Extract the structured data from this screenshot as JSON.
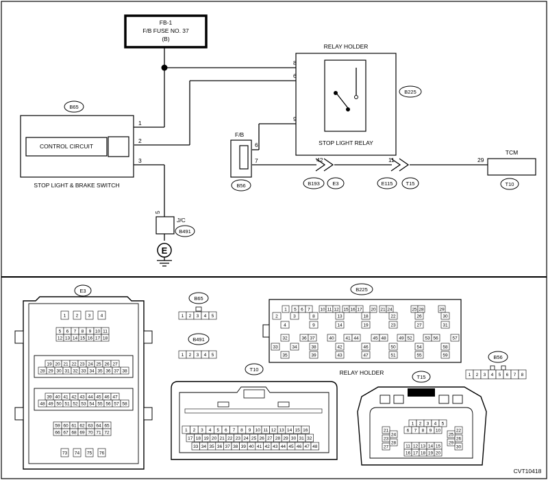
{
  "fuse": {
    "line1": "FB-1",
    "line2": "F/B FUSE NO. 37",
    "line3": "(B)"
  },
  "relay_holder_title": "RELAY HOLDER",
  "relay_label": "STOP LIGHT RELAY",
  "switch_label": "STOP LIGHT & BRAKE SWITCH",
  "control_circuit": "CONTROL CIRCUIT",
  "fb_label": "F/B",
  "jc_label": "J/C",
  "tcm_label": "TCM",
  "relay_holder_bottom": "RELAY HOLDER",
  "figure_code": "CVT10418",
  "ground_symbol": "E",
  "connectors": {
    "b65": "B65",
    "b225": "B225",
    "b56": "B56",
    "b193": "B193",
    "e3": "E3",
    "e115": "E115",
    "t15": "T15",
    "t10": "T10",
    "b491": "B491"
  },
  "wire_pins": {
    "p8": "8",
    "p6": "6",
    "p9": "9",
    "p1": "1",
    "p2": "2",
    "p3": "3",
    "p6b": "6",
    "p7": "7",
    "p42": "42",
    "p11": "11",
    "p29": "29",
    "p5": "5"
  },
  "e3_pins": {
    "r1": [
      "1",
      "2",
      "3",
      "4"
    ],
    "r2": [
      "5",
      "6",
      "7",
      "8",
      "9",
      "10",
      "11"
    ],
    "r3": [
      "12",
      "13",
      "14",
      "15",
      "16",
      "17",
      "18"
    ],
    "r4": [
      "19",
      "20",
      "21",
      "22",
      "23",
      "24",
      "25",
      "26",
      "27"
    ],
    "r5": [
      "28",
      "29",
      "30",
      "31",
      "32",
      "33",
      "34",
      "35",
      "36",
      "37",
      "38"
    ],
    "r6": [
      "39",
      "40",
      "41",
      "42",
      "43",
      "44",
      "45",
      "46",
      "47"
    ],
    "r7": [
      "48",
      "49",
      "50",
      "51",
      "52",
      "53",
      "54",
      "55",
      "56",
      "57",
      "58"
    ],
    "r8": [
      "59",
      "60",
      "61",
      "62",
      "63",
      "64",
      "65"
    ],
    "r9": [
      "66",
      "67",
      "68",
      "69",
      "70",
      "71",
      "72"
    ],
    "r10": [
      "73",
      "74",
      "75",
      "76"
    ]
  },
  "b65_pins": [
    "1",
    "2",
    "3",
    "4",
    "5"
  ],
  "b491_pins": [
    "1",
    "2",
    "3",
    "4",
    "5"
  ],
  "b56_pins": [
    "1",
    "2",
    "3",
    "4",
    "5",
    "6",
    "7",
    "8"
  ],
  "t10_pins": {
    "r1": [
      "1",
      "2",
      "3",
      "4",
      "5",
      "6",
      "7",
      "8",
      "9",
      "10",
      "11",
      "12",
      "13",
      "14",
      "15",
      "16"
    ],
    "r2": [
      "17",
      "18",
      "19",
      "20",
      "21",
      "22",
      "23",
      "24",
      "25",
      "26",
      "27",
      "28",
      "29",
      "30",
      "31",
      "32"
    ],
    "r3": [
      "33",
      "34",
      "35",
      "36",
      "37",
      "38",
      "39",
      "40",
      "41",
      "42",
      "43",
      "44",
      "45",
      "46",
      "47",
      "48"
    ]
  },
  "t15_pins": {
    "ra": [
      "1",
      "2",
      "3",
      "4",
      "5"
    ],
    "rb": [
      "6",
      "7",
      "8",
      "9",
      "10"
    ],
    "rc": [
      "11",
      "12",
      "13",
      "14",
      "15"
    ],
    "rd": [
      "16",
      "17",
      "18",
      "19",
      "20"
    ],
    "left": [
      "21",
      "23",
      "27"
    ],
    "left2": [
      "24",
      "28"
    ],
    "right": [
      "22",
      "26",
      "30"
    ],
    "right2": [
      "25",
      "29"
    ]
  },
  "b225_pins": {
    "g1": [
      "1",
      "5",
      "6",
      "7",
      "10",
      "11",
      "12",
      "15",
      "16",
      "17",
      "20",
      "21",
      "24",
      "25",
      "28",
      "29"
    ],
    "g2": [
      "2",
      "3",
      "8",
      "13",
      "18",
      "22",
      "26",
      "30"
    ],
    "g3": [
      "4",
      "9",
      "14",
      "19",
      "23",
      "27",
      "31"
    ],
    "g4": [
      "32",
      "36",
      "37",
      "40",
      "41",
      "44",
      "45",
      "48",
      "49",
      "52",
      "53",
      "56",
      "57"
    ],
    "g5": [
      "33",
      "34",
      "38",
      "42",
      "46",
      "50",
      "54",
      "58"
    ],
    "g6": [
      "35",
      "39",
      "43",
      "47",
      "51",
      "55",
      "59"
    ]
  }
}
